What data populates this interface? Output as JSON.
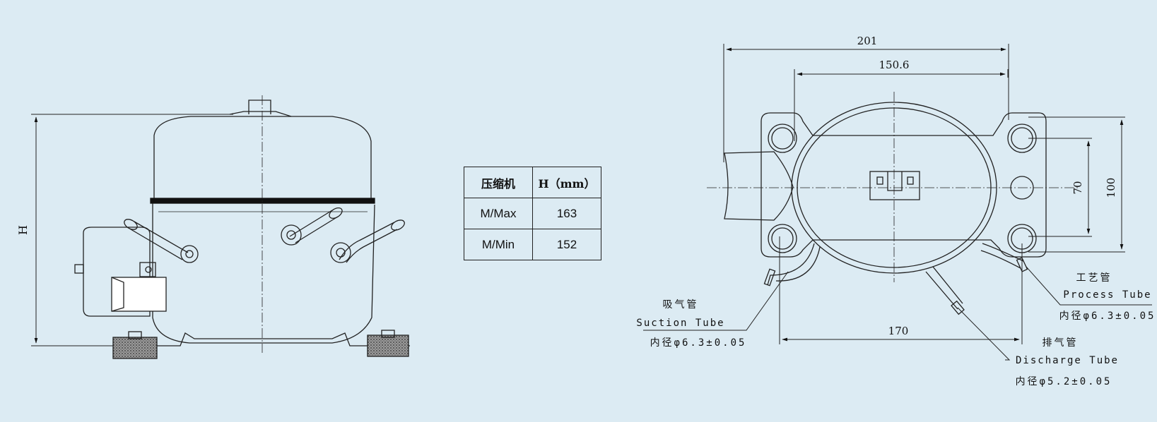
{
  "side_view": {
    "height_label": "H"
  },
  "table": {
    "headers": [
      "压缩机",
      "H（mm）"
    ],
    "rows": [
      {
        "model": "M/Max",
        "h": "163"
      },
      {
        "model": "M/Min",
        "h": "152"
      }
    ]
  },
  "top_view": {
    "dim_overall_width": "201",
    "dim_bolt_width": "150.6",
    "dim_bottom_width": "170",
    "dim_inner_height": "70",
    "dim_outer_height": "100"
  },
  "callouts": {
    "suction": {
      "cn": "吸气管",
      "en": "Suction Tube",
      "spec": "内径φ6.3±0.05"
    },
    "discharge": {
      "cn": "排气管",
      "en": "Discharge Tube",
      "spec": "内径φ5.2±0.05"
    },
    "process": {
      "cn": "工艺管",
      "en": "Process Tube",
      "spec": "内径φ6.3±0.05"
    }
  }
}
